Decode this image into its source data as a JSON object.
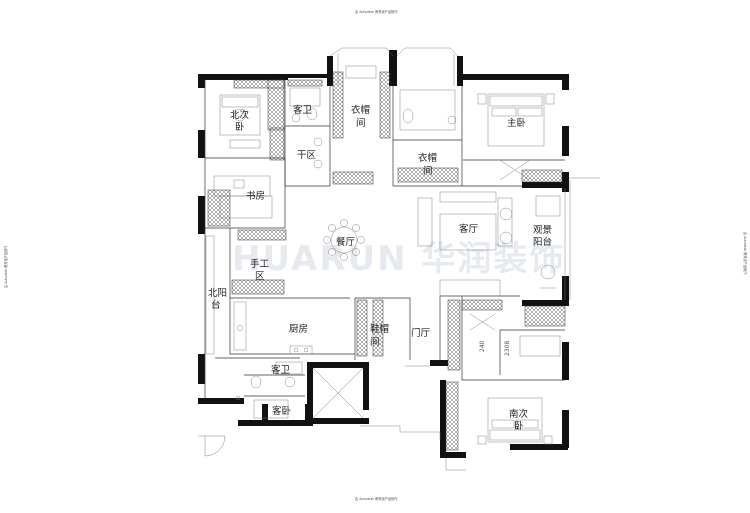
{
  "rooms": {
    "north_bedroom_line1": "北次",
    "north_bedroom_line2": "卧",
    "guest_bath_north": "客卫",
    "cloakroom_a_line1": "衣帽",
    "cloakroom_a_line2": "间",
    "master_bedroom": "主卧",
    "dry_area": "干区",
    "cloakroom_b_line1": "衣帽",
    "cloakroom_b_line2": "间",
    "study": "书房",
    "dining": "餐厅",
    "living": "客厅",
    "view_balcony_line1": "观景",
    "view_balcony_line2": "阳台",
    "craft_area_line1": "手工",
    "craft_area_line2": "区",
    "north_balcony_line1": "北阳",
    "north_balcony_line2": "台",
    "kitchen": "厨房",
    "shoe_room_line1": "鞋帽",
    "shoe_room_line2": "间",
    "entrance": "门厅",
    "guest_bath_south": "客卫",
    "guest_bedroom": "客卧",
    "south_bedroom_line1": "南次",
    "south_bedroom_line2": "卧"
  },
  "watermark": "HUARUN 华润装饰",
  "dimension_labels": [
    "240",
    "2308"
  ],
  "margin_notes": {
    "top": "由 Autodesk 教育版产品制作",
    "bottom": "由 Autodesk 教育版产品制作",
    "left": "由 Autodesk 教育版产品制作",
    "right": "由 Autodesk 教育版产品制作"
  }
}
